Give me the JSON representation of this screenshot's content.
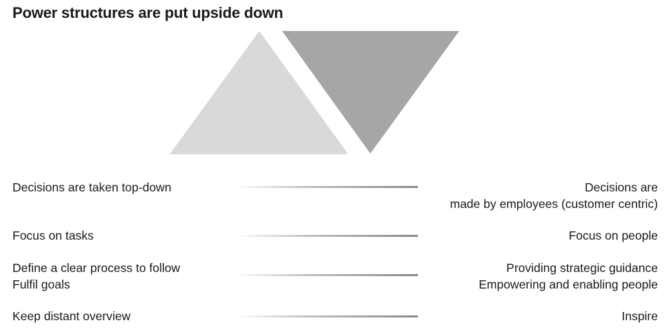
{
  "title": "Power structures are put upside down",
  "colors": {
    "triangle_up": "#d9d9d9",
    "triangle_down": "#a6a6a6",
    "connector": "#8a8a8a"
  },
  "rows": [
    {
      "left": [
        "Decisions are taken top-down"
      ],
      "right": [
        "Decisions are",
        "made by employees (customer centric)"
      ]
    },
    {
      "left": [
        "Focus on tasks"
      ],
      "right": [
        "Focus on people"
      ]
    },
    {
      "left": [
        "Define a clear process to follow",
        "Fulfil goals"
      ],
      "right": [
        "Providing strategic guidance",
        "Empowering and enabling people"
      ]
    },
    {
      "left": [
        "Keep distant overview"
      ],
      "right": [
        "Inspire"
      ]
    }
  ]
}
